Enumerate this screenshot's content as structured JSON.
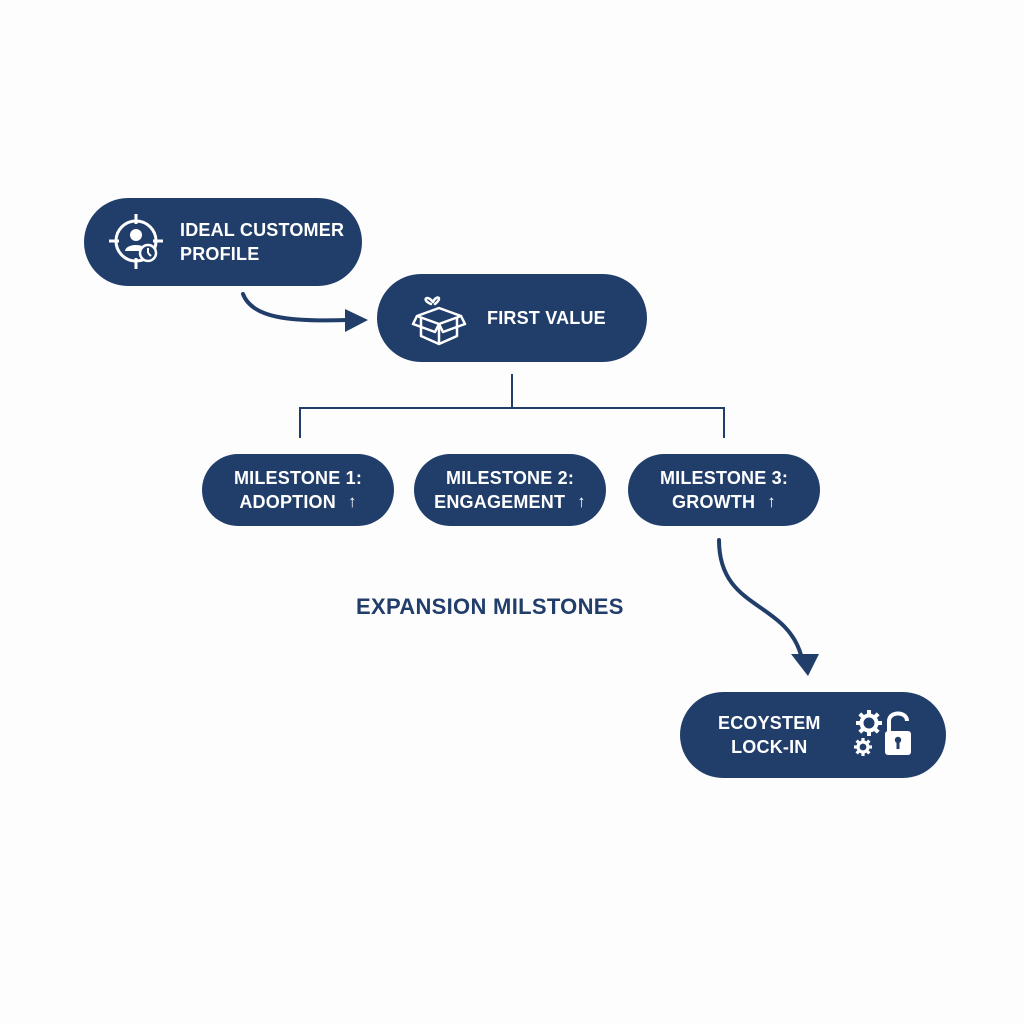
{
  "colors": {
    "node_fill": "#213e6b",
    "node_text": "#ffffff",
    "connector": "#213e6b",
    "background": "#fdfdfd"
  },
  "nodes": {
    "icp": {
      "line1": "IDEAL CUSTOMER",
      "line2": "PROFILE",
      "icon": "target-person-icon"
    },
    "first_value": {
      "label": "FIRST VALUE",
      "icon": "open-gift-box-icon"
    },
    "milestones": [
      {
        "line1": "MILESTONE 1:",
        "line2": "ADOPTION",
        "icon": "arrow-up-icon"
      },
      {
        "line1": "MILESTONE 2:",
        "line2": "ENGAGEMENT",
        "icon": "arrow-up-icon"
      },
      {
        "line1": "MILESTONE 3:",
        "line2": "GROWTH",
        "icon": "arrow-up-icon"
      }
    ],
    "lock_in": {
      "line1": "ECOYSTEM",
      "line2": "LOCK-IN",
      "icons": [
        "gears-icon",
        "padlock-icon"
      ]
    }
  },
  "section_label": "EXPANSION MILSTONES"
}
